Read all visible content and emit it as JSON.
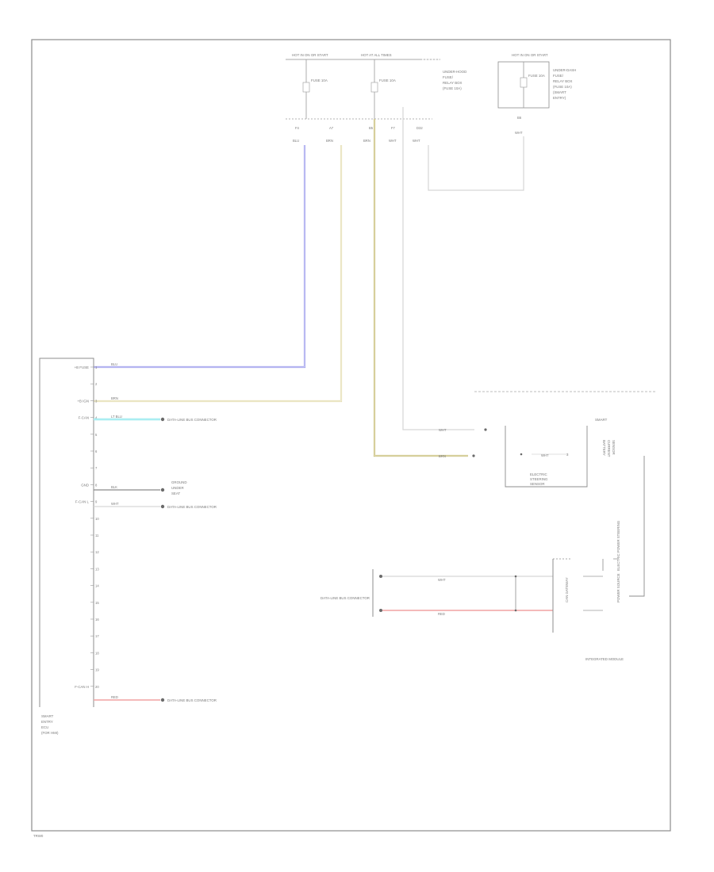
{
  "header": {
    "left_source": "HOT IN ON OR START",
    "left_fuse": "FUSE 10A",
    "mid_source": "HOT AT ALL TIMES",
    "mid_fuse": "FUSE 10A",
    "underhood_box": [
      "UNDER-HOOD",
      "FUSE/",
      "RELAY BOX",
      "(FUSE 10A)"
    ],
    "right_source": "HOT IN ON OR START",
    "right_fuse": "FUSE 10A",
    "right_box": [
      "UNDER-DASH",
      "FUSE/",
      "RELAY BOX",
      "(FUSE 10A)",
      "(SMART",
      "ENTRY)"
    ]
  },
  "top_pins": [
    {
      "pin": "F4",
      "color": "BLU"
    },
    {
      "pin": "A7",
      "color": "BRN"
    },
    {
      "pin": "B5",
      "color": "BRN"
    },
    {
      "pin": "F7",
      "color": "WHT"
    },
    {
      "pin": "D32",
      "color": "WHT"
    }
  ],
  "right_top_pin": {
    "pin": "B6",
    "color": "WHT"
  },
  "ecu_pins": [
    {
      "pin": "+B FUSE",
      "color": "BLU"
    },
    {
      "pin": "",
      "color": ""
    },
    {
      "pin": "+B IGN",
      "color": "BRN"
    },
    {
      "pin": "F-CAN",
      "color": "LT BLU"
    },
    {
      "pin": "",
      "color": ""
    },
    {
      "pin": "",
      "color": ""
    },
    {
      "pin": "",
      "color": ""
    },
    {
      "pin": "GND",
      "color": "BLK"
    },
    {
      "pin": "F-CAN L",
      "color": "WHT"
    },
    {
      "pin": "",
      "color": ""
    },
    {
      "pin": "",
      "color": ""
    },
    {
      "pin": "",
      "color": ""
    },
    {
      "pin": "",
      "color": ""
    },
    {
      "pin": "",
      "color": ""
    },
    {
      "pin": "",
      "color": ""
    },
    {
      "pin": "",
      "color": ""
    },
    {
      "pin": "",
      "color": ""
    },
    {
      "pin": "",
      "color": ""
    },
    {
      "pin": "",
      "color": ""
    },
    {
      "pin": "F-CAN H",
      "color": "RED"
    }
  ],
  "destinations": {
    "can_high": "DATA-LINE BUS CONNECTOR",
    "ground": "GROUND",
    "can_low": "DATA-LINE BUS CONNECTOR",
    "can_red": "DATA-LINE BUS CONNECTOR"
  },
  "ecu_name": [
    "SMART",
    "ENTRY",
    "ECU",
    "(FOR HMI)"
  ],
  "sensor": {
    "label": [
      "ELECTRIC",
      "STEERING",
      "SENSOR"
    ],
    "header": "SMART",
    "side": [
      "BATTERY",
      "CURRENT",
      "SENSOR"
    ],
    "wire_white": "WHT",
    "wire_brown": "BRN",
    "pin": "3"
  },
  "bottom_group": {
    "connector": "DATA-LINE BUS CONNECTOR",
    "wire1": "WHT",
    "wire2": "RED",
    "block1": "CAN GATEWAY",
    "block2": "POWER SOURCE",
    "block3": "ELECTRIC POWER STEERING",
    "block_label": "INTEGRATED MODULE"
  },
  "footer_code": "TRW0",
  "colors": {
    "blu": "#9b9bec",
    "brn": "#e3dcae",
    "ltblu": "#8ee7ee",
    "red": "#f0a2a2",
    "wht": "#cfcfcf",
    "ink": "#7a7a7a"
  }
}
